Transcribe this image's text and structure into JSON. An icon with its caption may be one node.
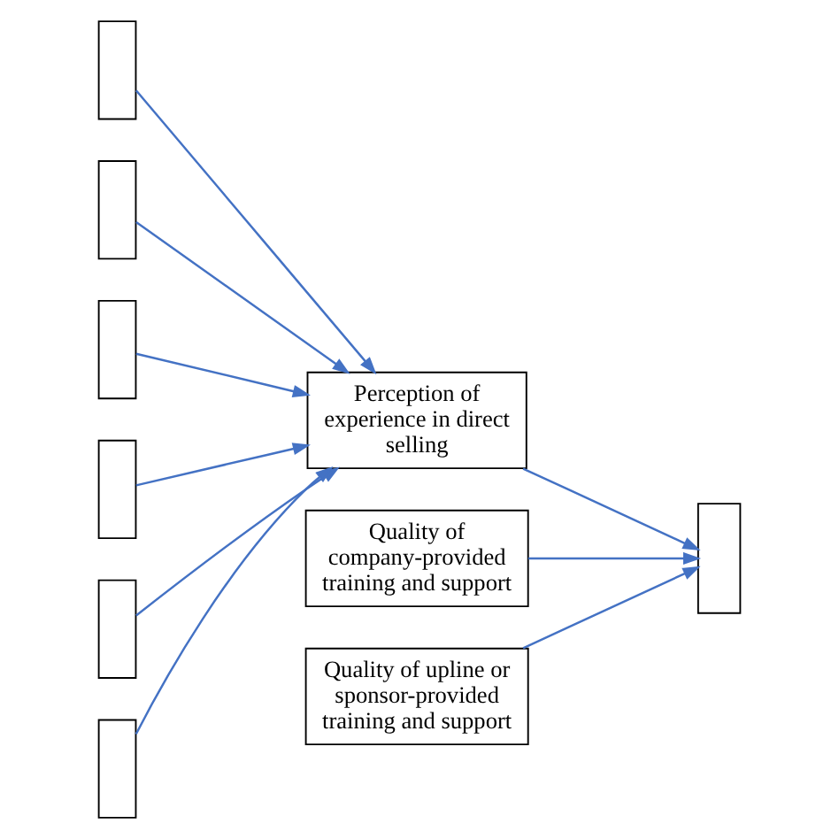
{
  "diagram": {
    "nodes": [
      {
        "text": [],
        "shape": "box"
      },
      {
        "text": [],
        "shape": "box"
      },
      {
        "text": [],
        "shape": "box"
      },
      {
        "text": [],
        "shape": "box"
      },
      {
        "text": [],
        "shape": "box"
      },
      {
        "text": [],
        "shape": "box"
      },
      {
        "text": [
          "Perception of experience in direct selling"
        ]
      },
      {
        "text": [
          "Quality of company-provided training and support"
        ]
      },
      {
        "text": [
          "Quality of upline or sponsor-provided training and support"
        ]
      },
      {
        "text": [],
        "shape": "box"
      }
    ],
    "edges": [
      {
        "from": 0,
        "to": 6,
        "arrow": "to"
      },
      {
        "from": 1,
        "to": 6,
        "arrow": "to"
      },
      {
        "from": 2,
        "to": 6,
        "arrow": "to"
      },
      {
        "from": 3,
        "to": 6,
        "arrow": "to"
      },
      {
        "from": 4,
        "to": 6,
        "arrow": "to"
      },
      {
        "from": 5,
        "to": 6,
        "arrow": "to"
      },
      {
        "from": 6,
        "to": 9,
        "arrow": "to"
      },
      {
        "from": 7,
        "to": 9,
        "arrow": "to"
      },
      {
        "from": 8,
        "to": 9,
        "arrow": "to"
      }
    ]
  }
}
